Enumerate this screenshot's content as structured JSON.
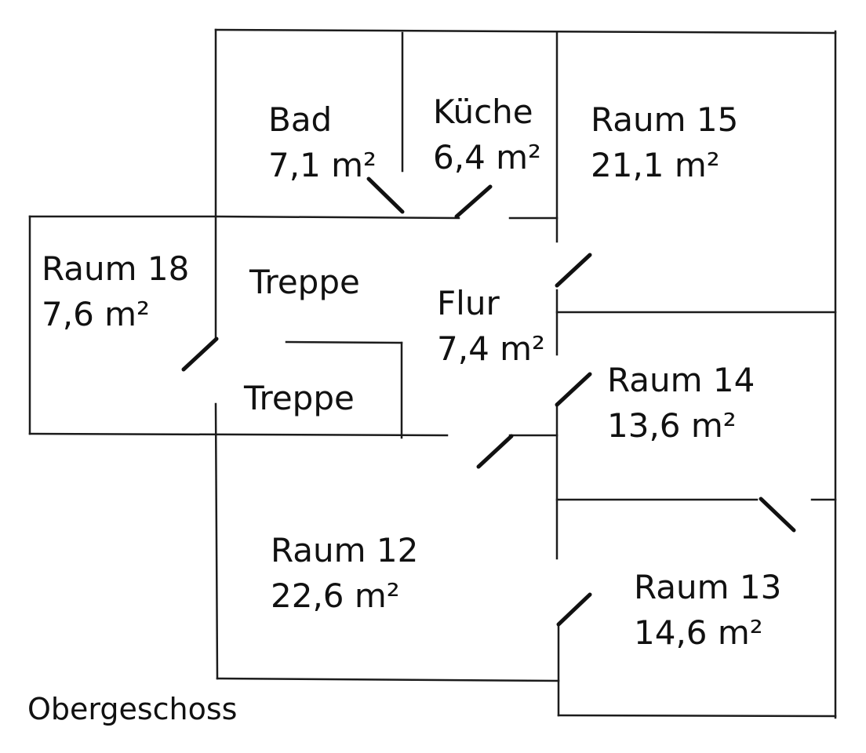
{
  "plan": {
    "floor_label": "Obergeschoss",
    "line_color": "#1c1c1c",
    "rooms": [
      {
        "id": "bad",
        "name": "Bad",
        "area": "7,1 m²"
      },
      {
        "id": "kueche",
        "name": "Küche",
        "area": "6,4 m²"
      },
      {
        "id": "raum15",
        "name": "Raum 15",
        "area": "21,1 m²"
      },
      {
        "id": "raum18",
        "name": "Raum 18",
        "area": "7,6 m²"
      },
      {
        "id": "treppe_oben",
        "name": "Treppe"
      },
      {
        "id": "flur",
        "name": "Flur",
        "area": "7,4 m²"
      },
      {
        "id": "treppe_unten",
        "name": "Treppe"
      },
      {
        "id": "raum14",
        "name": "Raum 14",
        "area": "13,6 m²"
      },
      {
        "id": "raum12",
        "name": "Raum 12",
        "area": "22,6 m²"
      },
      {
        "id": "raum13",
        "name": "Raum 13",
        "area": "14,6 m²"
      }
    ]
  }
}
